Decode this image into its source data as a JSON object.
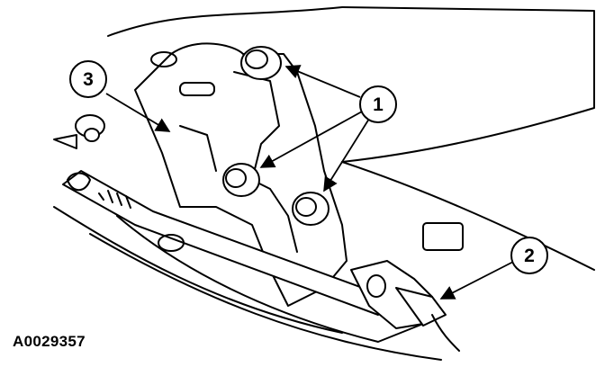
{
  "figure": {
    "code": "A0029357",
    "callouts": [
      {
        "id": "c1",
        "label": "1",
        "targets": 3
      },
      {
        "id": "c2",
        "label": "2",
        "targets": 1
      },
      {
        "id": "c3",
        "label": "3",
        "targets": 1
      }
    ]
  }
}
